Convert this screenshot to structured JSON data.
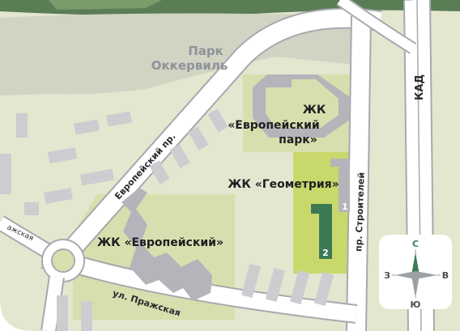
{
  "map": {
    "colors": {
      "background": "#e4e6d0",
      "road": "#ffffff",
      "road_edge": "#a7a9ae",
      "building": "#cbcdd0",
      "building_shade": "#b3b5ba",
      "highlight_plot": "#c9d86a",
      "complex_area": "#d8deae",
      "park_area": "#d1d3c3",
      "accent_green": "#3b7a55",
      "park_text": "#8f9399"
    },
    "park_label": {
      "line1": "Парк",
      "line2": "Оккервиль"
    },
    "complexes": {
      "evropeyskiy_park": {
        "line1": "ЖК",
        "line2": "«Европейский",
        "line3": "парк»"
      },
      "geometriya": {
        "label": "ЖК «Геометрия»"
      },
      "evropeyskiy": {
        "label": "ЖК «Европейский»"
      }
    },
    "buildings": {
      "b1": "1",
      "b2": "2"
    },
    "streets": {
      "evropeyskiy_pr": "Европейский пр.",
      "ul_prazhskaya": "ул. Пражская",
      "pr_stroiteley": "пр. Строителей",
      "kad": "КАД",
      "prazhskaya_fragment": "ажская"
    },
    "compass": {
      "north": "С",
      "south": "Ю",
      "west": "З",
      "east": "В"
    }
  }
}
